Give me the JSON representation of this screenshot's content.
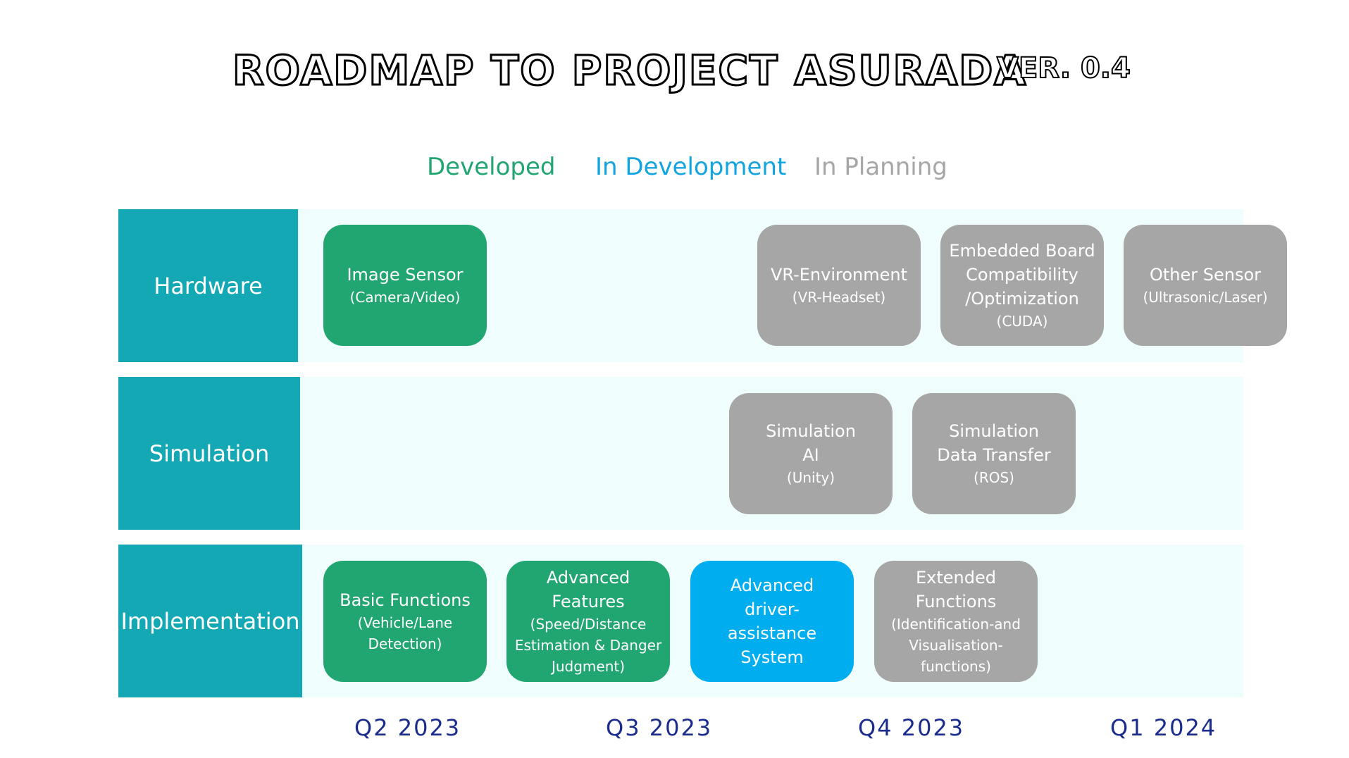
{
  "title": "Roadmap to Project Asurada",
  "version": "Ver. 0.4",
  "legend": {
    "developed": "Developed",
    "in_development": "In Development",
    "in_planning": "In Planning"
  },
  "colors": {
    "developed": "#21a672",
    "in_development": "#00aeef",
    "in_planning": "#a6a6a6",
    "row_label": "#13a8b4",
    "row_background": "#effdfd",
    "quarter_text": "#1b2d8c"
  },
  "rows": {
    "hardware": "Hardware",
    "simulation": "Simulation",
    "implementation": "Implementation"
  },
  "cards": {
    "image_sensor": {
      "title": "Image Sensor",
      "sub": "(Camera/Video)",
      "status": "developed"
    },
    "vr_environment": {
      "title": "VR-Environment",
      "sub": "(VR-Headset)",
      "status": "in_planning"
    },
    "embedded_board": {
      "title": "Embedded Board Compatibility /Optimization",
      "sub": "(CUDA)",
      "status": "in_planning"
    },
    "other_sensor": {
      "title": "Other Sensor",
      "sub": "(Ultrasonic/Laser)",
      "status": "in_planning"
    },
    "simulation_ai": {
      "title": "Simulation AI",
      "sub": "(Unity)",
      "status": "in_planning"
    },
    "simulation_data": {
      "title": "Simulation Data Transfer",
      "sub": "(ROS)",
      "status": "in_planning"
    },
    "basic_functions": {
      "title": "Basic Functions",
      "sub": "(Vehicle/Lane Detection)",
      "status": "developed"
    },
    "advanced_features": {
      "title": "Advanced Features",
      "sub": "(Speed/Distance Estimation & Danger Judgment)",
      "status": "developed"
    },
    "adas": {
      "title": "Advanced driver-assistance System",
      "sub": "",
      "status": "in_development"
    },
    "extended_functions": {
      "title": "Extended Functions",
      "sub": "(Identification-and Visualisation-functions)",
      "status": "in_planning"
    }
  },
  "quarters": [
    "Q2 2023",
    "Q3 2023",
    "Q4 2023",
    "Q1 2024"
  ]
}
